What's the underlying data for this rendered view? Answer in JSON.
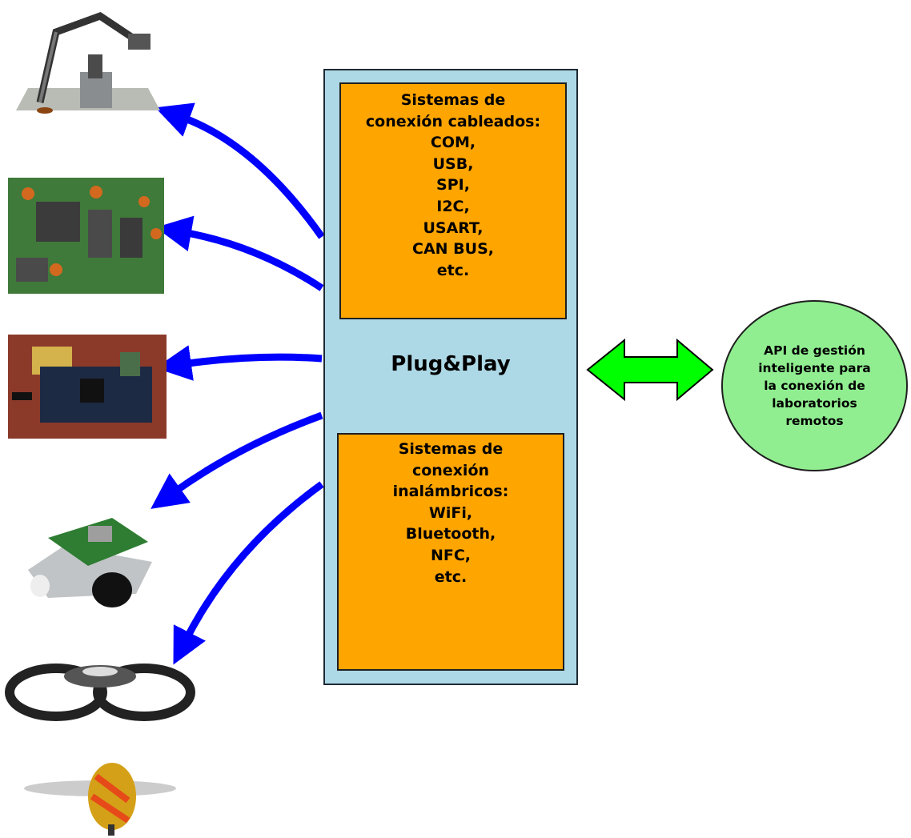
{
  "hub": {
    "label": "Plug&Play",
    "wired": {
      "lines": [
        "Sistemas de",
        "conexión cableados:",
        "COM,",
        "USB,",
        "SPI,",
        "I2C,",
        "USART,",
        "CAN BUS,",
        "etc."
      ]
    },
    "wireless": {
      "lines": [
        "Sistemas de",
        "conexión",
        "inalámbricos:",
        "WiFi,",
        "Bluetooth,",
        "NFC,",
        "etc."
      ]
    }
  },
  "api": {
    "lines": [
      "API de gestión",
      "inteligente para",
      "la conexión de",
      "laboratorios",
      "remotos"
    ]
  },
  "devices": [
    "robotic-arm",
    "circuit-board",
    "fpga-board",
    "mobile-robot",
    "quadcopter-drone",
    "mini-helicopter"
  ],
  "colors": {
    "hub_fill": "#add8e6",
    "box_fill": "#ffa500",
    "api_fill": "#90ee90",
    "link_arrow": "#0000ff",
    "double_arrow": "#00ff00"
  }
}
